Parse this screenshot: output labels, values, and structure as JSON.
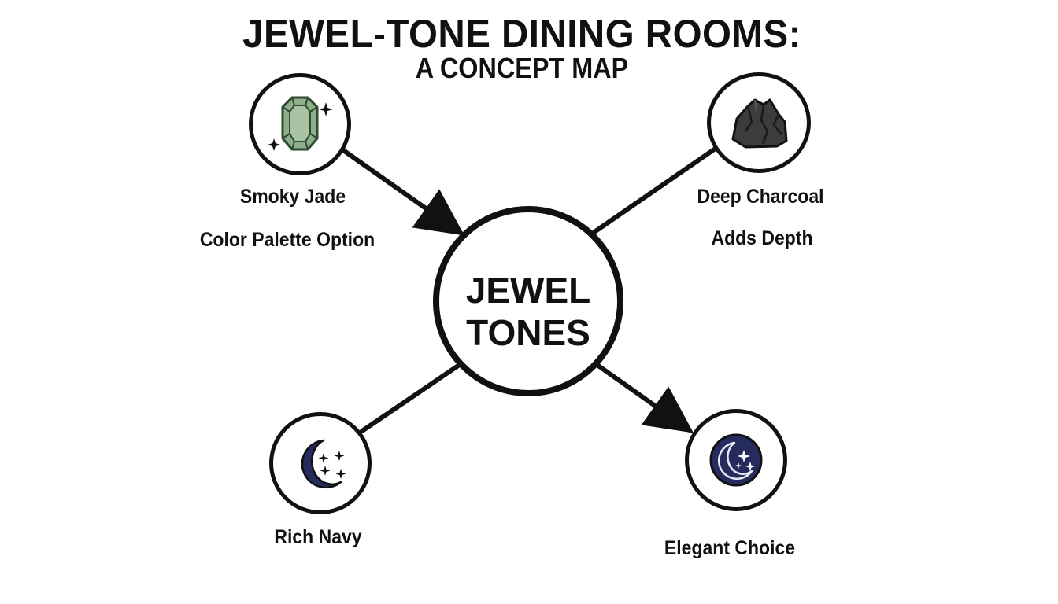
{
  "diagram": {
    "title": "JEWEL-TONE DINING ROOMS:",
    "subtitle": "A CONCEPT MAP",
    "center": {
      "line1": "JEWEL",
      "line2": "TONES"
    },
    "nodes": [
      {
        "id": "smoky-jade",
        "icon": "emerald-gem-icon",
        "label": "Smoky Jade",
        "sublabel": "Color Palette Option",
        "color": "#8fae8b"
      },
      {
        "id": "deep-charcoal",
        "icon": "charcoal-rock-icon",
        "label": "Deep Charcoal",
        "sublabel": "Adds Depth",
        "color": "#3a3a3a"
      },
      {
        "id": "rich-navy",
        "icon": "crescent-moon-stars-icon",
        "label": "Rich Navy",
        "color": "#262b5e"
      },
      {
        "id": "elegant-choice",
        "icon": "moon-circle-stars-icon",
        "label": "Elegant Choice",
        "color": "#262b5e"
      }
    ],
    "edges": [
      {
        "from": "smoky-jade",
        "to": "center",
        "arrow": true
      },
      {
        "from": "center",
        "to": "deep-charcoal",
        "arrow": false
      },
      {
        "from": "center",
        "to": "rich-navy",
        "arrow": false
      },
      {
        "from": "center",
        "to": "elegant-choice",
        "arrow": true
      }
    ]
  }
}
